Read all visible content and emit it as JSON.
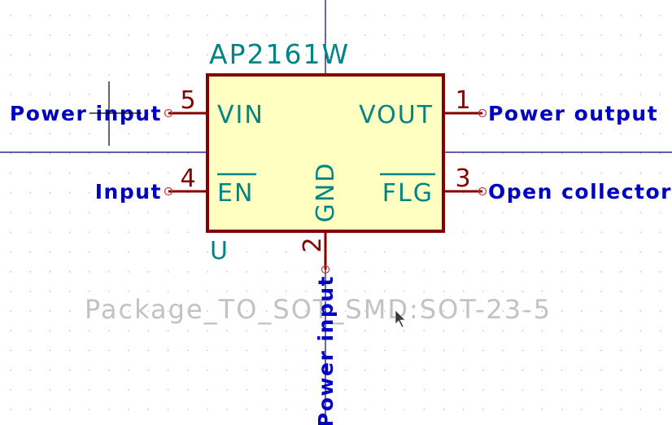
{
  "colors": {
    "background": "#ffffff",
    "grid_dot": "#b4b4b4",
    "axis_line": "#000084",
    "body_fill": "#ffffc2",
    "body_stroke": "#840000",
    "pin_line": "#840000",
    "pin_number": "#840000",
    "pin_name": "#008484",
    "reference": "#008484",
    "value": "#008484",
    "pin_type": "#0000c2",
    "footprint": "#c2c2c2",
    "crosshair": "#000000",
    "mouse_cursor": "#3c3c3c"
  },
  "symbol": {
    "value": "AP2161W",
    "reference": "U",
    "footprint": "Package_TO_SOT_SMD:SOT-23-5",
    "pins": [
      {
        "number": "5",
        "name": "VIN",
        "inverted": false,
        "side": "left",
        "type": "Power input"
      },
      {
        "number": "4",
        "name": "EN",
        "inverted": true,
        "side": "left",
        "type": "Input"
      },
      {
        "number": "1",
        "name": "VOUT",
        "inverted": false,
        "side": "right",
        "type": "Power output"
      },
      {
        "number": "3",
        "name": "FLG",
        "inverted": true,
        "side": "right",
        "type": "Open collector"
      },
      {
        "number": "2",
        "name": "GND",
        "inverted": false,
        "side": "bottom",
        "type": "Power input"
      }
    ]
  }
}
